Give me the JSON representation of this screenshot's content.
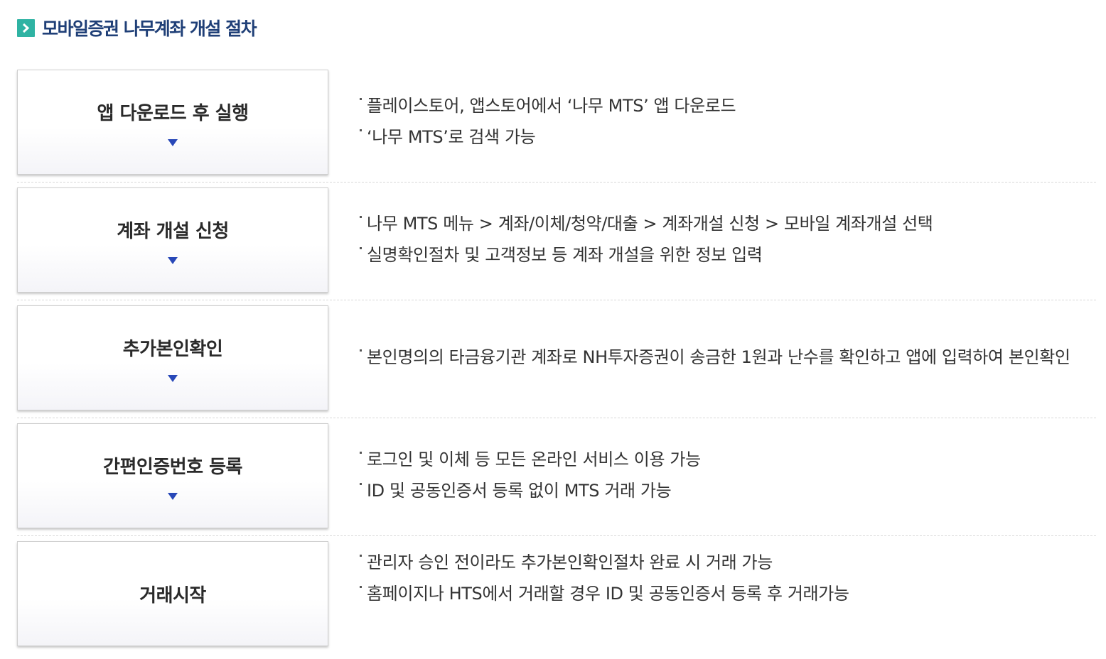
{
  "title": "모바일증권 나무계좌 개설 절차",
  "steps": [
    {
      "label": "앱 다운로드 후 실행",
      "arrow": true,
      "details": [
        "플레이스토어, 앱스토어에서 ‘나무 MTS’ 앱 다운로드",
        "‘나무 MTS’로 검색 가능"
      ]
    },
    {
      "label": "계좌 개설 신청",
      "arrow": true,
      "details": [
        "나무 MTS 메뉴 > 계좌/이체/청약/대출 > 계좌개설 신청 > 모바일 계좌개설 선택",
        "실명확인절차 및 고객정보 등 계좌 개설을 위한 정보 입력"
      ]
    },
    {
      "label": "추가본인확인",
      "arrow": true,
      "details": [
        "본인명의의 타금융기관 계좌로 NH투자증권이 송금한 1원과 난수를 확인하고 앱에 입력하여 본인확인"
      ]
    },
    {
      "label": "간편인증번호 등록",
      "arrow": true,
      "details": [
        "로그인 및 이체 등 모든 온라인 서비스 이용 가능",
        "ID 및 공동인증서 등록 없이 MTS 거래 가능"
      ]
    },
    {
      "label": "거래시작",
      "arrow": false,
      "details": [
        "관리자 승인 전이라도 추가본인확인절차 완료 시 거래 가능",
        "홈페이지나 HTS에서 거래할 경우 ID 및 공동인증서 등록 후 거래가능"
      ]
    }
  ],
  "colors": {
    "title": "#1f3f77",
    "header_icon": "#2fb3a3",
    "arrow": "#2848b8"
  },
  "icons": {
    "header": "chevron-right-icon",
    "step_arrow": "triangle-down-icon"
  }
}
